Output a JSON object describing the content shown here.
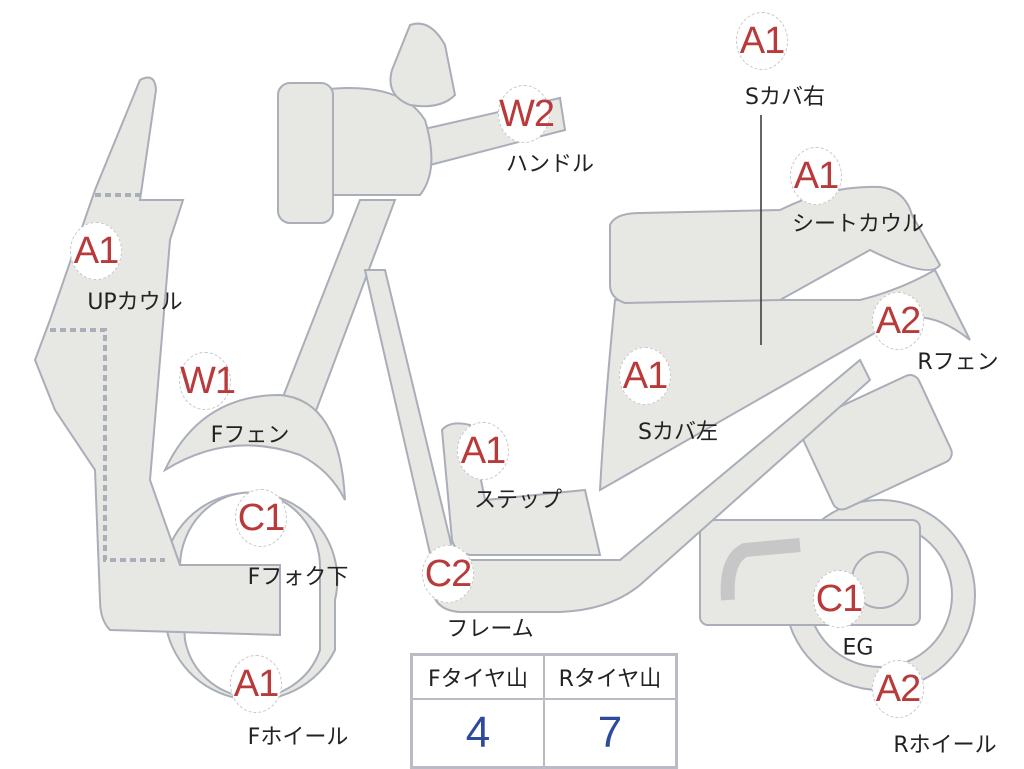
{
  "colors": {
    "part_fill": "#e7e7e3",
    "part_stroke": "#a9aeb8",
    "grade": "#b93a3a",
    "tire_value": "#2d4a9c"
  },
  "parts": [
    {
      "grade": "A1",
      "label": "Sカバ右"
    },
    {
      "grade": "W2",
      "label": "ハンドル"
    },
    {
      "grade": "A1",
      "label": "シートカウル"
    },
    {
      "grade": "A1",
      "label": "UPカウル"
    },
    {
      "grade": "A2",
      "label": "Rフェン"
    },
    {
      "grade": "W1",
      "label": "Fフェン"
    },
    {
      "grade": "A1",
      "label": "Sカバ左"
    },
    {
      "grade": "A1",
      "label": "ステップ"
    },
    {
      "grade": "C1",
      "label": "Fフォク下"
    },
    {
      "grade": "C2",
      "label": "フレーム"
    },
    {
      "grade": "C1",
      "label": "EG"
    },
    {
      "grade": "A1",
      "label": "Fホイール"
    },
    {
      "grade": "A2",
      "label": "Rホイール"
    }
  ],
  "tires": {
    "front_label": "Fタイヤ山",
    "front_value": "4",
    "rear_label": "Rタイヤ山",
    "rear_value": "7"
  }
}
